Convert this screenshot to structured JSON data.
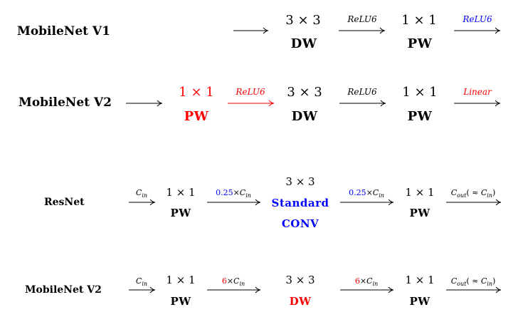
{
  "colors": {
    "black": "#000000",
    "red": "#ff0000",
    "blue": "#0000ff"
  },
  "row1": {
    "label": "MobileNet V1",
    "block1": {
      "size": "3 × 3",
      "name": "DW"
    },
    "act1": "ReLU6",
    "block2": {
      "size": "1 × 1",
      "name": "PW"
    },
    "act2": "ReLU6"
  },
  "row2": {
    "label": "MobileNet V2",
    "block1": {
      "size": "1 × 1",
      "name": "PW"
    },
    "act1": "ReLU6",
    "block2": {
      "size": "3 × 3",
      "name": "DW"
    },
    "act2": "ReLU6",
    "block3": {
      "size": "1 × 1",
      "name": "PW"
    },
    "act3": "Linear"
  },
  "row3": {
    "label": "ResNet",
    "in": {
      "sym": "C",
      "sub": "in"
    },
    "block1": {
      "size": "1 × 1",
      "name": "PW"
    },
    "ch1": {
      "factor": "0.25",
      "sym": "C",
      "sub": "in"
    },
    "block2": {
      "size": "3 × 3",
      "name1": "Standard",
      "name2": "CONV"
    },
    "ch2": {
      "factor": "0.25",
      "sym": "C",
      "sub": "in"
    },
    "block3": {
      "size": "1 × 1",
      "name": "PW"
    },
    "out": {
      "sym": "C",
      "sub": "out",
      "approx": "( ≈ ",
      "sym2": "C",
      "sub2": "in",
      "close": ")"
    }
  },
  "row4": {
    "label": "MobileNet V2",
    "in": {
      "sym": "C",
      "sub": "in"
    },
    "block1": {
      "size": "1 × 1",
      "name": "PW"
    },
    "ch1": {
      "factor": "6",
      "sym": "C",
      "sub": "in"
    },
    "block2": {
      "size": "3 × 3",
      "name": "DW"
    },
    "ch2": {
      "factor": "6",
      "sym": "C",
      "sub": "in"
    },
    "block3": {
      "size": "1 × 1",
      "name": "PW"
    },
    "out": {
      "sym": "C",
      "sub": "out",
      "approx": "( ≈ ",
      "sym2": "C",
      "sub2": "in",
      "close": ")"
    }
  }
}
